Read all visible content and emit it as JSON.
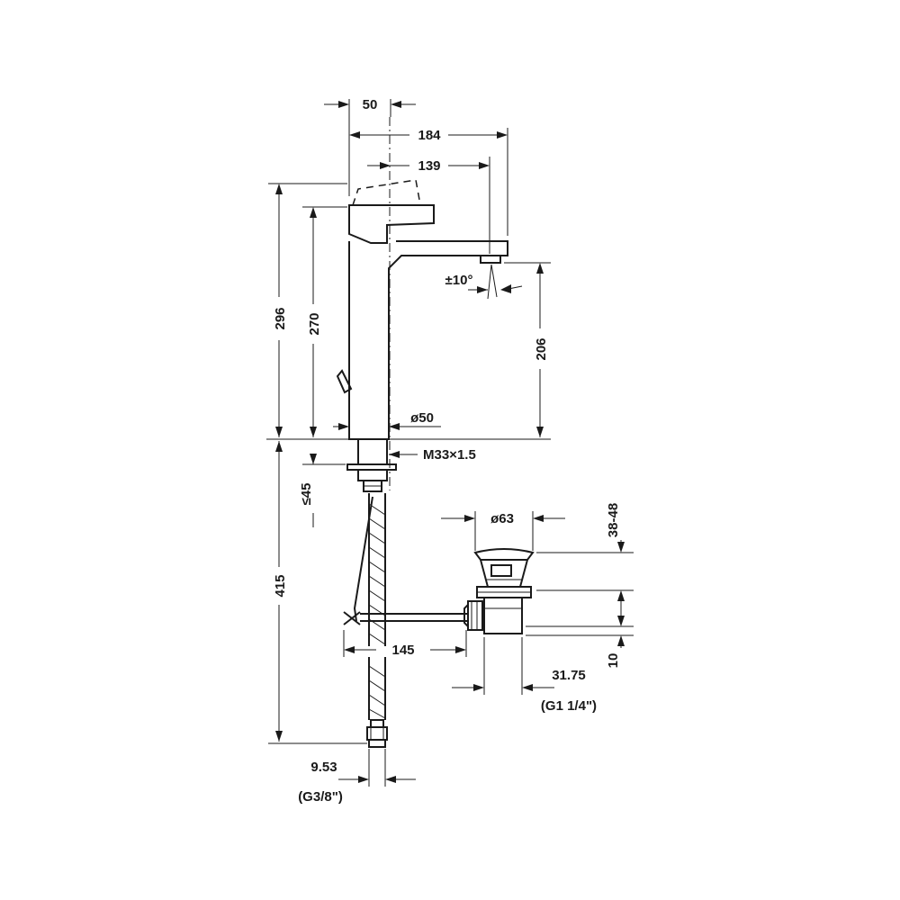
{
  "diagram": {
    "dimensions": {
      "d50_top": "50",
      "d184": "184",
      "d139": "139",
      "d296": "296",
      "d270": "270",
      "angle": "±10°",
      "d206": "206",
      "dia50": "ø50",
      "thread": "M33×1.5",
      "le45": "≤45",
      "d415": "415",
      "dia63": "ø63",
      "d3848": "38-48",
      "d145": "145",
      "d10": "10",
      "d3175": "31.75",
      "g114": "(G1 1/4\")",
      "d953": "9.53",
      "g38": "(G3/8\")"
    }
  }
}
